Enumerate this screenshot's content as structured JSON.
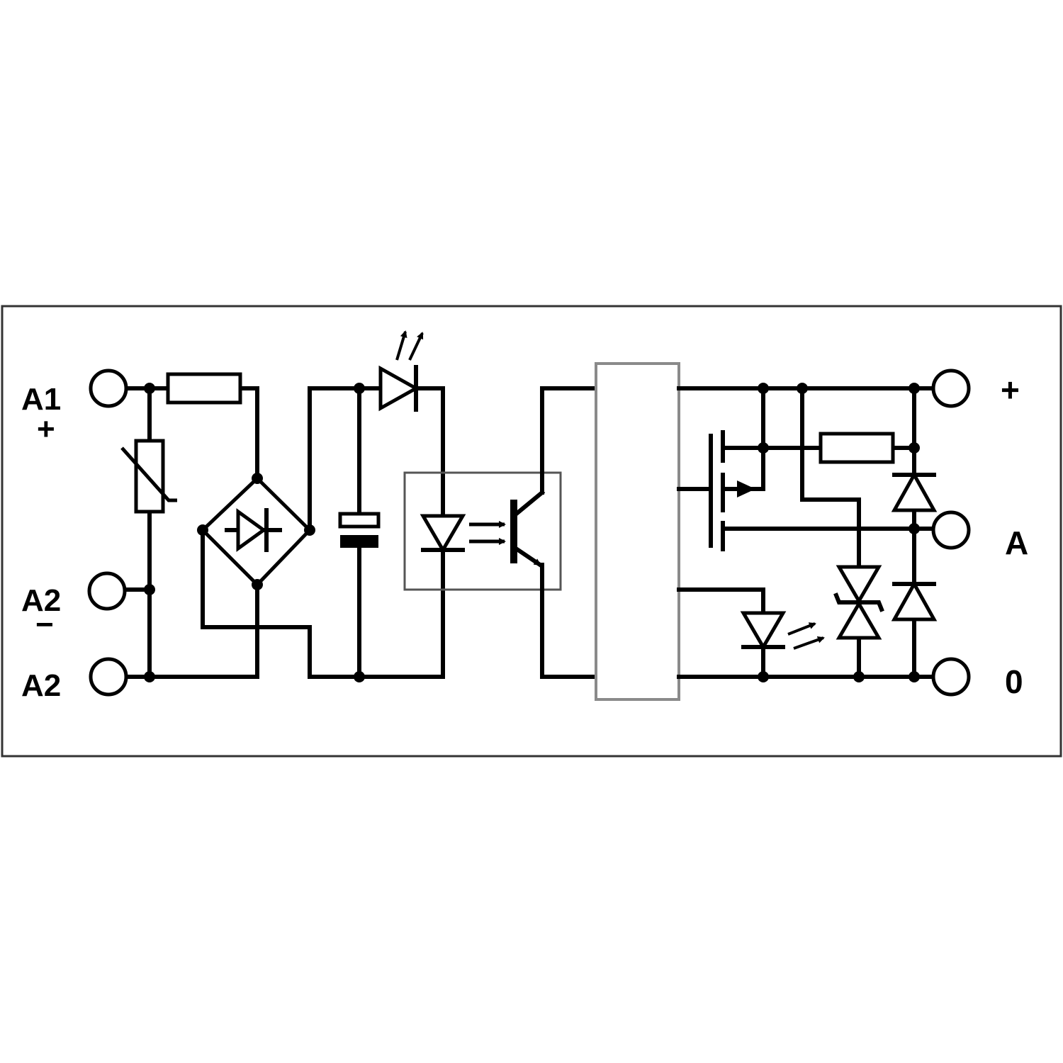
{
  "labels": {
    "a1": "A1",
    "a1_polarity": "+",
    "a2_top": "A2",
    "a2_top_polarity": "−",
    "a2_bottom": "A2",
    "out_plus": "+",
    "out_a": "A",
    "out_zero": "0"
  },
  "colors": {
    "line": "#000000",
    "background": "#ffffff",
    "isolation_block_border": "#8a8a8a",
    "optocoupler_border": "#555555"
  },
  "icons": [
    "terminal-icon",
    "resistor-icon",
    "varistor-icon",
    "bridge-rectifier-icon",
    "capacitor-icon",
    "led-icon",
    "optocoupler-icon",
    "phototransistor-icon",
    "mosfet-icon",
    "diode-icon",
    "tvs-diode-icon",
    "junction-dot-icon"
  ]
}
